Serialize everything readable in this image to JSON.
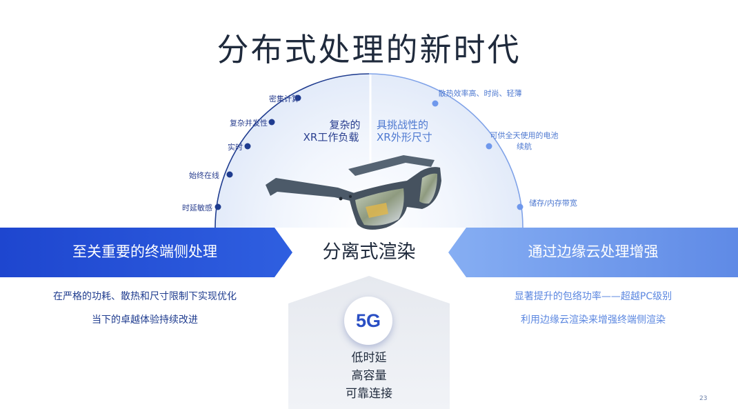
{
  "slide": {
    "title": "分布式处理的新时代",
    "page_number": "23"
  },
  "left_arc": {
    "heading_line1": "复杂的",
    "heading_line2": "XR工作负载",
    "items": [
      "密集计算",
      "复杂并发性",
      "实时",
      "始终在线",
      "时延敏感"
    ]
  },
  "right_arc": {
    "heading_line1": "具挑战性的",
    "heading_line2": "XR外形尺寸",
    "items": [
      {
        "line1": "散热效率高、时尚、轻薄",
        "line2": ""
      },
      {
        "line1": "可供全天使用的电池",
        "line2": "续航"
      },
      {
        "line1": "储存/内存带宽",
        "line2": ""
      }
    ]
  },
  "banners": {
    "left": "至关重要的终端侧处理",
    "center": "分离式渲染",
    "right": "通过边缘云处理增强"
  },
  "bullets": {
    "left": [
      "在严格的功耗、散热和尺寸限制下实现优化",
      "当下的卓越体验持续改进"
    ],
    "right": [
      "显著提升的包络功率——超越PC级别",
      "利用边缘云渲染来增强终端侧渲染"
    ]
  },
  "network": {
    "badge": "5G",
    "features": [
      "低时延",
      "高容量",
      "可靠连接"
    ]
  },
  "colors": {
    "left_banner": "#2350d8",
    "right_banner": "#6f98ec",
    "dark_navy": "#1f3c8f",
    "light_blue": "#5b87e0",
    "text_dark": "#1f2a3c"
  }
}
